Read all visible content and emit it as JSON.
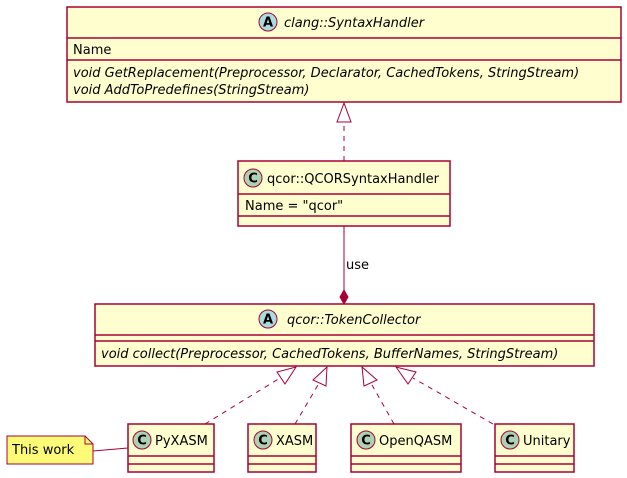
{
  "classes": {
    "syntax_handler": {
      "stereotype_letter": "A",
      "name": "clang::SyntaxHandler",
      "attribute": "Name",
      "methods": [
        "void GetReplacement(Preprocessor, Declarator, CachedTokens, StringStream)",
        "void AddToPredefines(StringStream)"
      ]
    },
    "qcor_handler": {
      "stereotype_letter": "C",
      "name": "qcor::QCORSyntaxHandler",
      "attribute": "Name = \"qcor\""
    },
    "token_collector": {
      "stereotype_letter": "A",
      "name": "qcor::TokenCollector",
      "methods": [
        "void collect(Preprocessor, CachedTokens, BufferNames, StringStream)"
      ]
    },
    "pyxasm": {
      "stereotype_letter": "C",
      "name": "PyXASM"
    },
    "xasm": {
      "stereotype_letter": "C",
      "name": "XASM"
    },
    "openqasm": {
      "stereotype_letter": "C",
      "name": "OpenQASM"
    },
    "unitary": {
      "stereotype_letter": "C",
      "name": "Unitary"
    }
  },
  "relations": {
    "use_label": "use"
  },
  "note": {
    "text": "This work"
  },
  "colors": {
    "box_fill": "#FEFECE",
    "border": "#A80036",
    "abstract_circle": "#A9DCDF",
    "class_circle": "#ADD1B2",
    "note_fill": "#FBFB77"
  }
}
